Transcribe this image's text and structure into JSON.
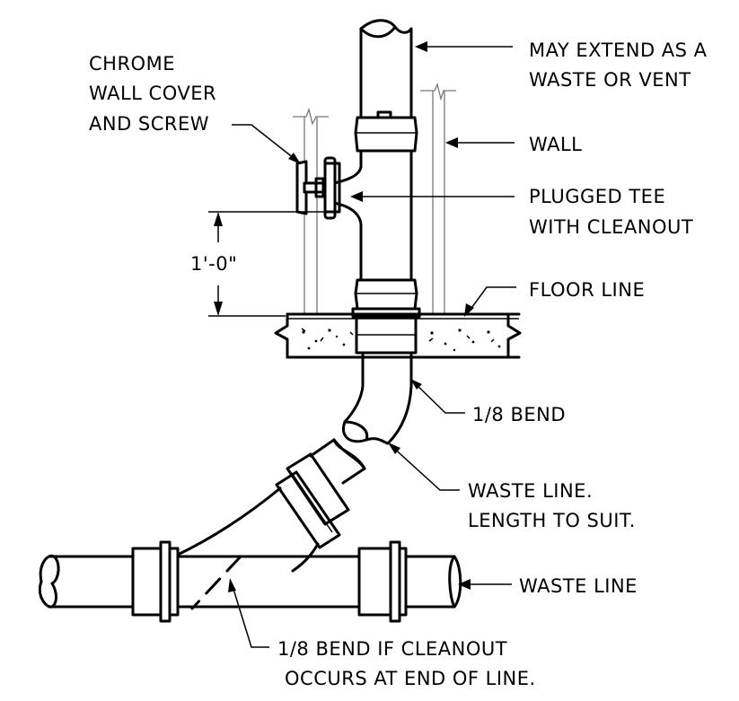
{
  "labels": {
    "chrome_cover": [
      "CHROME",
      "WALL COVER",
      "AND SCREW"
    ],
    "may_extend": [
      "MAY EXTEND AS A",
      "WASTE OR VENT"
    ],
    "wall": "WALL",
    "plugged_tee": [
      "PLUGGED TEE",
      "WITH CLEANOUT"
    ],
    "dimension": "1'-0\"",
    "floor_line": "FLOOR LINE",
    "bend": "1/8 BEND",
    "waste_line_suit": [
      "WASTE LINE.",
      "LENGTH TO SUIT."
    ],
    "waste_line": "WASTE LINE",
    "bend_cleanout": [
      "1/8 BEND IF CLEANOUT",
      "OCCURS AT END OF LINE."
    ]
  },
  "colors": {
    "line": "#000000",
    "wall_line": "#777777",
    "background": "#ffffff"
  }
}
